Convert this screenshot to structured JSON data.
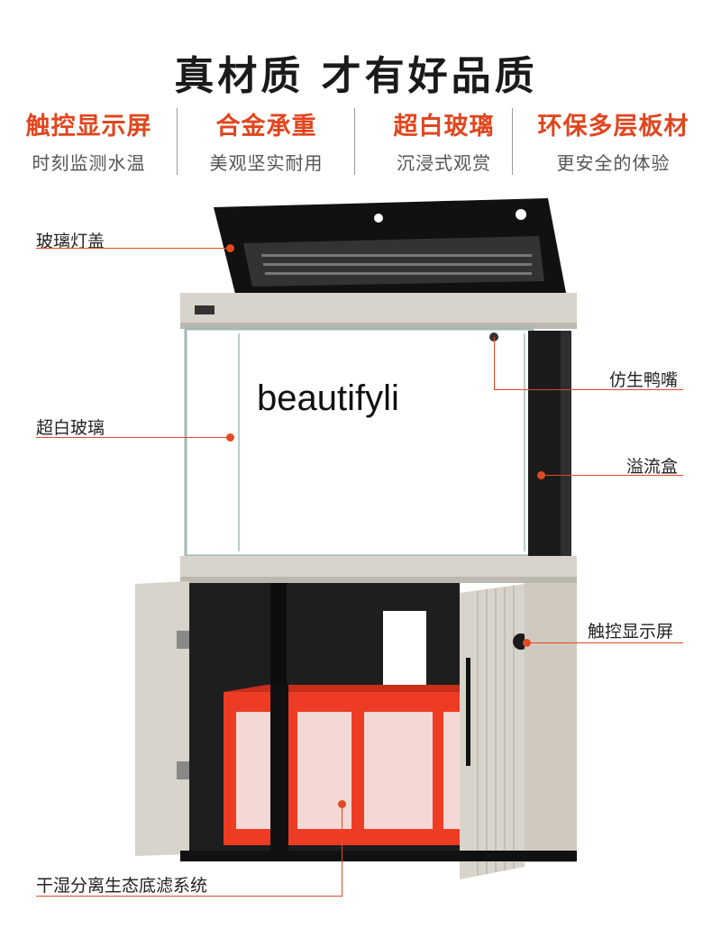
{
  "headline": "真材质 才有好品质",
  "features": [
    {
      "title": "触控显示屏",
      "subtitle": "时刻监测水温"
    },
    {
      "title": "合金承重",
      "subtitle": "美观坚实耐用"
    },
    {
      "title": "超白玻璃",
      "subtitle": "沉浸式观赏"
    },
    {
      "title": "环保多层板材",
      "subtitle": "更安全的体验"
    }
  ],
  "callouts": {
    "glass_lid": "玻璃灯盖",
    "duck_bill": "仿生鸭嘴",
    "ultra_glass": "超白玻璃",
    "overflow_box": "溢流盒",
    "touch_screen": "触控显示屏",
    "filter_system": "干湿分离生态底滤系统"
  },
  "watermark": "beautifyli",
  "colors": {
    "accent": "#e34a22",
    "cabinet": "#d9d4cb",
    "filter": "#ee3b24"
  }
}
